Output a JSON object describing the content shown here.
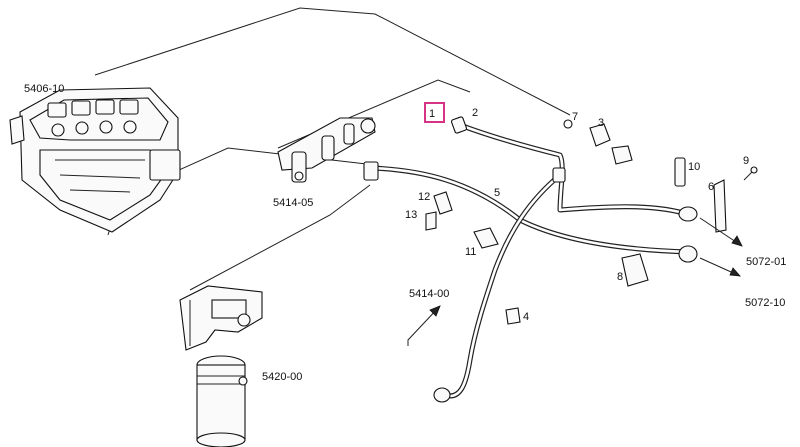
{
  "diagram": {
    "callouts": {
      "c5406_10": "5406-10",
      "c5414_05": "5414-05",
      "c5414_00": "5414-00",
      "c5420_00": "5420-00",
      "c5072_01": "5072-01",
      "c5072_10": "5072-10"
    },
    "items": {
      "i1": "1",
      "i2": "2",
      "i3": "3",
      "i4": "4",
      "i5": "5",
      "i6": "6",
      "i7": "7",
      "i8": "8",
      "i9": "9",
      "i10": "10",
      "i11": "11",
      "i12": "12",
      "i13": "13"
    },
    "colors": {
      "highlight_box": "#d63384"
    }
  }
}
